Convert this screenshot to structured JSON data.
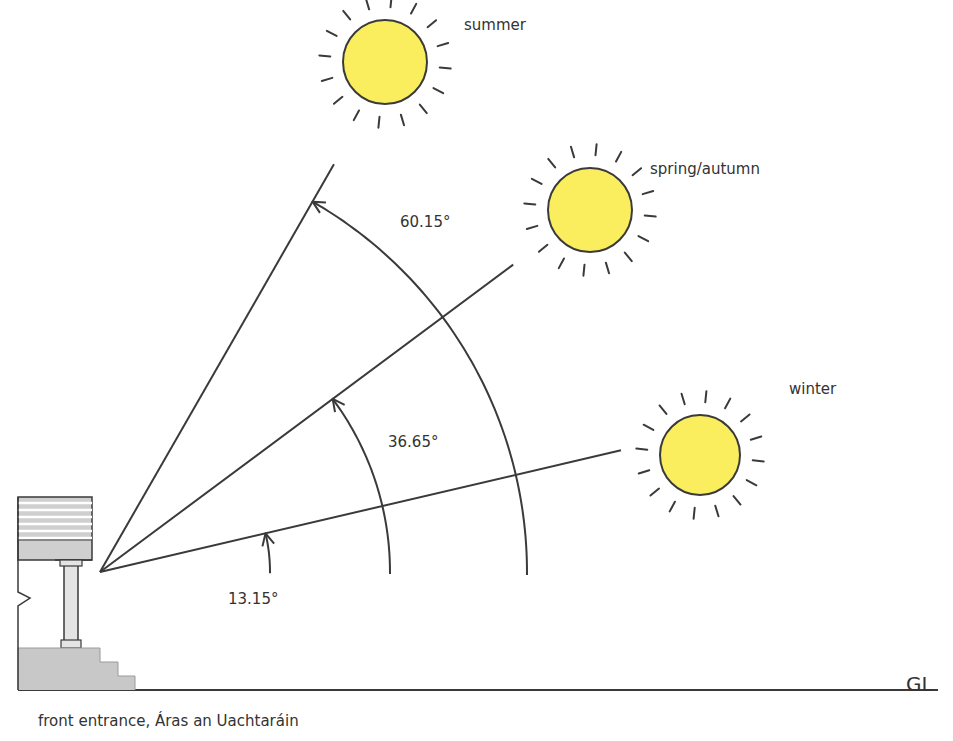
{
  "diagram": {
    "labels": [
      "summer",
      "spring/autumn",
      "winter",
      "60.15°",
      "36.65°",
      "13.15°",
      "front entrance, Áras an Uachtaráin",
      "GL"
    ]
  }
}
